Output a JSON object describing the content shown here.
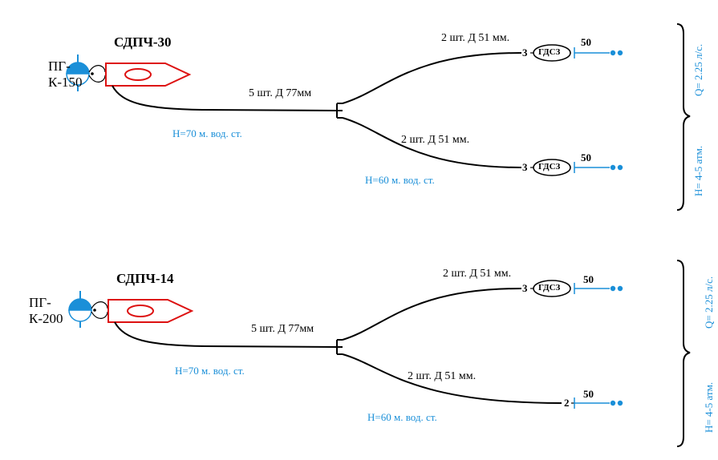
{
  "colors": {
    "line": "#000000",
    "water": "#1a8fd8",
    "engine": "#dd1111"
  },
  "schemes": [
    {
      "unit": "СДПЧ-30",
      "hydrant": [
        "ПГ-",
        "К-150"
      ],
      "main_hose": "5 шт. Д 77мм",
      "main_pressure": "Н=70 м. вод. ст.",
      "branches": [
        {
          "hose": "2 шт. Д 51 мм.",
          "count": "3",
          "nozzle": "ГДСЗ",
          "diameter": "50"
        },
        {
          "hose": "2 шт. Д 51 мм.",
          "count": "3",
          "nozzle": "ГДСЗ",
          "diameter": "50",
          "pressure": "Н=60 м. вод. ст."
        }
      ],
      "flow": "Q= 2.25 л/с.",
      "head": "Н= 4-5 атм."
    },
    {
      "unit": "СДПЧ-14",
      "hydrant": [
        "ПГ-",
        "К-200"
      ],
      "main_hose": "5 шт. Д 77мм",
      "main_pressure": "Н=70 м. вод. ст.",
      "branches": [
        {
          "hose": "2 шт. Д 51 мм.",
          "count": "3",
          "nozzle": "ГДСЗ",
          "diameter": "50"
        },
        {
          "hose": "2 шт. Д 51 мм.",
          "count": "2",
          "diameter": "50",
          "pressure": "Н=60 м. вод. ст."
        }
      ],
      "flow": "Q= 2.25 л/с.",
      "head": "Н= 4-5 атм."
    }
  ]
}
